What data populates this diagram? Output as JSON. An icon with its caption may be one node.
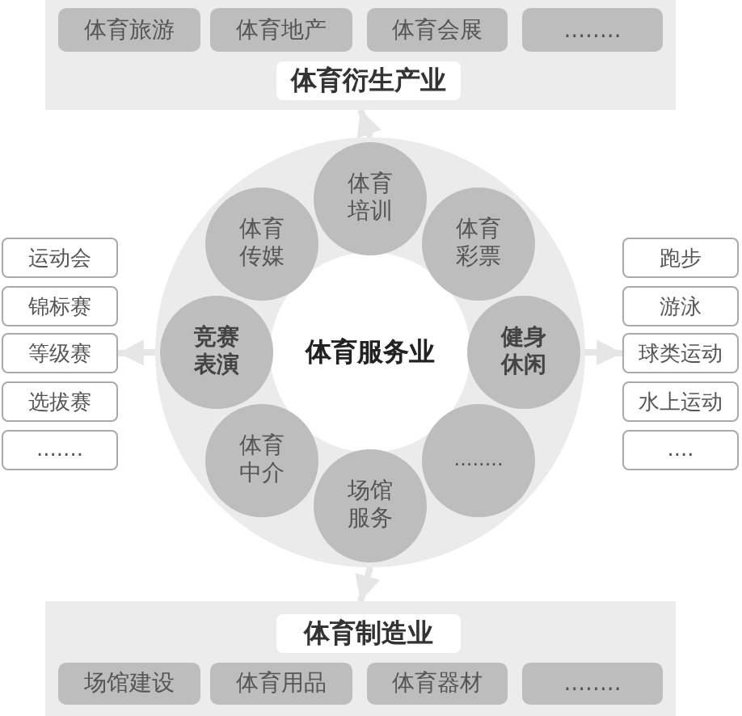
{
  "diagram": {
    "nodes": [
      {
        "text": [
          "体育衍生产业"
        ]
      },
      {
        "text": [
          "体育旅游"
        ],
        "in": 0
      },
      {
        "text": [
          "体育地产"
        ],
        "in": 0
      },
      {
        "text": [
          "体育会展"
        ],
        "in": 0
      },
      {
        "text": [
          "........"
        ],
        "in": 0
      },
      {
        "text": [
          "运动会"
        ]
      },
      {
        "text": [
          "锦标赛"
        ]
      },
      {
        "text": [
          "等级赛"
        ]
      },
      {
        "text": [
          "选拔赛"
        ]
      },
      {
        "text": [
          "......."
        ]
      },
      {
        "text": [
          "体育服务业"
        ]
      },
      {
        "text": [
          "体育培训"
        ],
        "in": 10
      },
      {
        "text": [
          "体育传媒"
        ],
        "in": 10
      },
      {
        "text": [
          "体育彩票"
        ],
        "in": 10
      },
      {
        "text": [
          "竞赛表演"
        ],
        "in": 10
      },
      {
        "text": [
          "健身休闲"
        ],
        "in": 10
      },
      {
        "text": [
          "体育中介"
        ],
        "in": 10
      },
      {
        "text": [
          "........"
        ],
        "in": 10
      },
      {
        "text": [
          "场馆服务"
        ],
        "in": 10
      },
      {
        "text": [
          "跑步"
        ]
      },
      {
        "text": [
          "游泳"
        ]
      },
      {
        "text": [
          "球类运动"
        ]
      },
      {
        "text": [
          "水上运动"
        ]
      },
      {
        "text": [
          "...."
        ]
      },
      {
        "text": [
          "体育制造业"
        ]
      },
      {
        "text": [
          "场馆建设"
        ],
        "in": 24
      },
      {
        "text": [
          "体育用品"
        ],
        "in": 24
      },
      {
        "text": [
          "体育器材"
        ],
        "in": 24
      },
      {
        "text": [
          "........"
        ],
        "in": 24
      }
    ],
    "edges": [
      {
        "from": 10,
        "to": 0,
        "arrow": "to"
      },
      {
        "from": 10,
        "to": 7,
        "arrow": "to"
      },
      {
        "from": 10,
        "to": 21,
        "arrow": "to"
      },
      {
        "from": 10,
        "to": 24,
        "arrow": "to"
      }
    ]
  }
}
